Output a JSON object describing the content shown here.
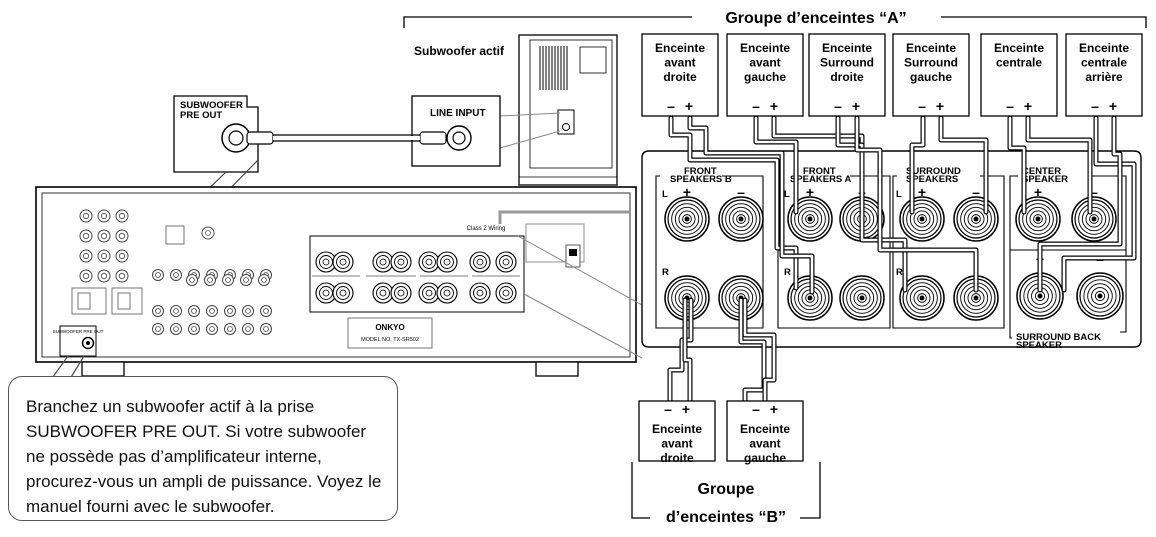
{
  "group_a": {
    "title": "Groupe d’enceintes “A”"
  },
  "group_b": {
    "title_line1": "Groupe",
    "title_line2": "d’enceintes “B”"
  },
  "speakers_a": [
    {
      "lines": [
        "Enceinte",
        "avant",
        "droite"
      ]
    },
    {
      "lines": [
        "Enceinte",
        "avant",
        "gauche"
      ]
    },
    {
      "lines": [
        "Enceinte",
        "Surround",
        "droite"
      ]
    },
    {
      "lines": [
        "Enceinte",
        "Surround",
        "gauche"
      ]
    },
    {
      "lines": [
        "Enceinte",
        "centrale"
      ]
    },
    {
      "lines": [
        "Enceinte",
        "centrale",
        "arrière"
      ]
    }
  ],
  "speakers_b": [
    {
      "lines": [
        "Enceinte",
        "avant",
        "droite"
      ]
    },
    {
      "lines": [
        "Enceinte",
        "avant",
        "gauche"
      ]
    }
  ],
  "subwoofer": {
    "label": "Subwoofer actif",
    "line_input": "LINE INPUT"
  },
  "pre_out": {
    "line1": "SUBWOOFER",
    "line2": "PRE OUT"
  },
  "terminals": {
    "front_b": [
      "FRONT",
      "SPEAKERS B"
    ],
    "front_a": [
      "FRONT",
      "SPEAKERS A"
    ],
    "surround": [
      "SURROUND",
      "SPEAKERS"
    ],
    "center": [
      "CENTER",
      "SPEAKER"
    ],
    "surround_back": [
      "SURROUND BACK",
      "SPEAKER"
    ],
    "left": "L",
    "right": "R",
    "plus": "+",
    "minus": "–"
  },
  "receiver": {
    "brand": "ONKYO",
    "model": "MODEL NO. TX-SR502",
    "wiring": "Class 2 Wiring",
    "sub_label": "SUBWOOFER PRE OUT"
  },
  "note": "Branchez un subwoofer actif à la prise SUBWOOFER PRE OUT. Si votre subwoofer ne possède pas d’amplificateur interne, procurez-vous un ampli de puissance. Voyez le manuel fourni avec le subwoofer."
}
